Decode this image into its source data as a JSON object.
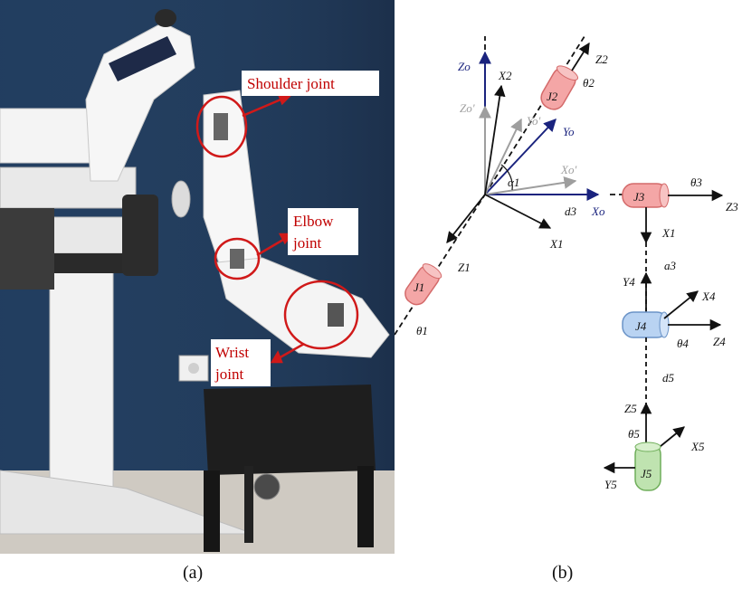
{
  "photo": {
    "callouts": {
      "shoulder": [
        "Shoulder joint"
      ],
      "elbow": [
        "Elbow",
        "joint"
      ],
      "wrist": [
        "Wrist",
        "joint"
      ]
    }
  },
  "diagram": {
    "origin_labels": {
      "Zo": "Zo",
      "Yo": "Yo",
      "Xo": "Xo",
      "Zo_p": "Zo'",
      "Yo_p": "Yo'",
      "Xo_p": "Xo'"
    },
    "labels": {
      "X2": "X2",
      "Z2": "Z2",
      "theta2": "θ2",
      "J2": "J2",
      "alpha1": "α1",
      "d3": "d3",
      "X1a": "X1",
      "Z1": "Z1",
      "J1": "J1",
      "theta1": "θ1",
      "J3": "J3",
      "theta3": "θ3",
      "Z3": "Z3",
      "X1b": "X1",
      "a3": "a3",
      "Y4": "Y4",
      "X4": "X4",
      "J4": "J4",
      "theta4": "θ4",
      "Z4": "Z4",
      "d5": "d5",
      "Z5": "Z5",
      "theta5": "θ5",
      "X5": "X5",
      "J5": "J5",
      "Y5": "Y5"
    },
    "colors": {
      "J1": "#f4a6a6",
      "J2": "#f4a6a6",
      "J3": "#f4a6a6",
      "J4": "#b9d3f2",
      "J5": "#bfe3b0",
      "blue_axis": "#1a237e",
      "gray_axis": "#9e9e9e"
    }
  },
  "panel_labels": {
    "a": "(a)",
    "b": "(b)"
  }
}
